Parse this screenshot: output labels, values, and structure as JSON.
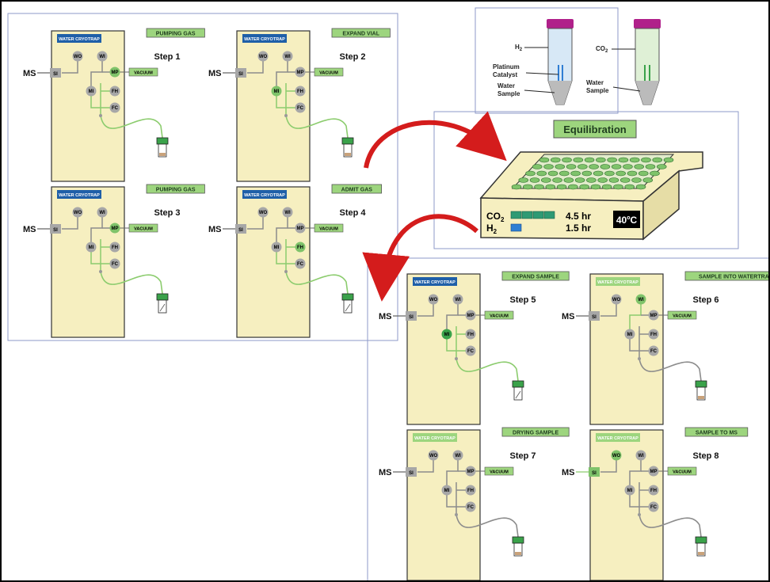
{
  "colors": {
    "panel_fill": "#f6efc0",
    "panel_border": "#333333",
    "valve_gray": "#a7a7a7",
    "valve_green": "#7fc36a",
    "valve_dark_green": "#3aa24a",
    "line_gray": "#8c8c8c",
    "line_green": "#8ccc6e",
    "tag_green": "#9dd57e",
    "cryotrap_blue": "#1f5fa8",
    "cryotrap_green": "#9dd57e",
    "arrow_red": "#d41c1c",
    "tray_fill": "#f6efc0",
    "co2_bar": "#2e9a74",
    "h2_bar": "#2f7ed3"
  },
  "labels": {
    "ms": "MS",
    "si": "SI",
    "wo": "WO",
    "wi": "WI",
    "mp": "MP",
    "mi": "MI",
    "fh": "FH",
    "fc": "FC",
    "vacuum": "VACUUM",
    "cryotrap": "WATER CRYOTRAP"
  },
  "steps": [
    {
      "step": "Step 1",
      "status": "PUMPING GAS"
    },
    {
      "step": "Step 2",
      "status": "EXPAND VIAL"
    },
    {
      "step": "Step 3",
      "status": "PUMPING GAS"
    },
    {
      "step": "Step 4",
      "status": "ADMIT GAS"
    },
    {
      "step": "Step 5",
      "status": "EXPAND SAMPLE"
    },
    {
      "step": "Step 6",
      "status": "SAMPLE INTO WATERTRAP"
    },
    {
      "step": "Step 7",
      "status": "DRYING SAMPLE"
    },
    {
      "step": "Step 8",
      "status": "SAMPLE TO MS"
    }
  ],
  "vials": {
    "h2_label": "H",
    "h2_sub": "2",
    "co2_label": "CO",
    "co2_sub": "2",
    "platinum": "Platinum",
    "catalyst": "Catalyst",
    "water": "Water",
    "sample": "Sample"
  },
  "equilibration": {
    "title": "Equilibration",
    "co2_label": "CO",
    "co2_sub": "2",
    "h2_label": "H",
    "h2_sub": "2",
    "co2_time": "4.5 hr",
    "h2_time": "1.5 hr",
    "temp": "40",
    "temp_unit": "C",
    "co2_bar_segments": 4,
    "h2_bar_segments": 1
  }
}
